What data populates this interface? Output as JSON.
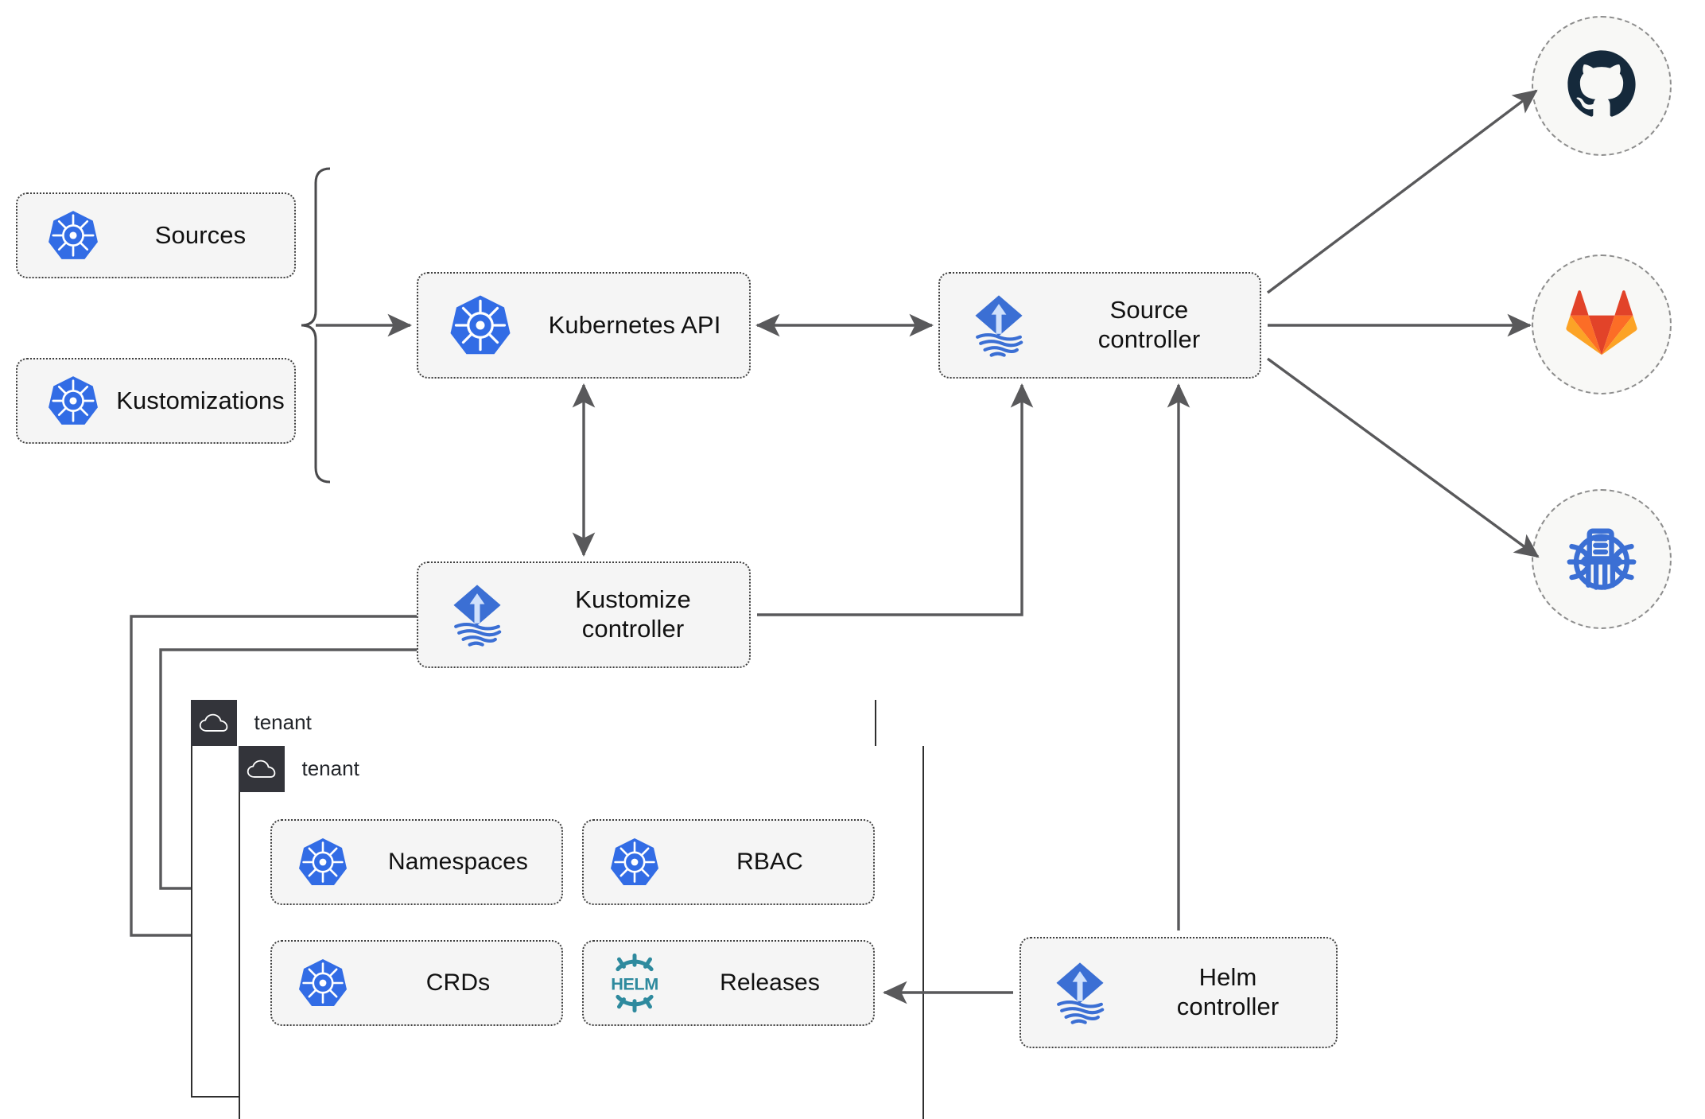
{
  "diagram": {
    "title": "Flux GitOps multi-tenancy architecture",
    "colors": {
      "k8s_blue": "#326ce5",
      "flux_blue": "#3b6fd4",
      "helm_teal": "#2e8a9e",
      "github_dark": "#15293b",
      "gitlab_orange": "#e24329",
      "gitlab_light_orange": "#fca326",
      "node_fill": "#f5f5f5",
      "node_border": "#3f3f3f",
      "circle_border": "#8d8d8d",
      "tenant_header": "#33343a",
      "connector": "#59595b"
    }
  },
  "nodes": {
    "sources": {
      "label": "Sources",
      "icon": "kubernetes-icon"
    },
    "kustomizations": {
      "label": "Kustomizations",
      "icon": "kubernetes-icon"
    },
    "kubernetes_api": {
      "label": "Kubernetes API",
      "icon": "kubernetes-icon"
    },
    "source_controller": {
      "label": "Source\ncontroller",
      "icon": "flux-icon"
    },
    "kustomize_controller": {
      "label": "Kustomize\ncontroller",
      "icon": "flux-icon"
    },
    "helm_controller": {
      "label": "Helm\ncontroller",
      "icon": "flux-icon"
    },
    "namespaces": {
      "label": "Namespaces",
      "icon": "kubernetes-icon"
    },
    "rbac": {
      "label": "RBAC",
      "icon": "kubernetes-icon"
    },
    "crds": {
      "label": "CRDs",
      "icon": "kubernetes-icon"
    },
    "releases": {
      "label": "Releases",
      "icon": "helm-icon"
    }
  },
  "tenants": [
    {
      "label": "tenant",
      "icon": "cloud-icon"
    },
    {
      "label": "tenant",
      "icon": "cloud-icon"
    }
  ],
  "repositories": [
    {
      "name": "github",
      "icon": "github-icon"
    },
    {
      "name": "gitlab",
      "icon": "gitlab-icon"
    },
    {
      "name": "helm-repository",
      "icon": "helm-repository-icon"
    }
  ],
  "connections": [
    {
      "from": "sources-kustomizations-bracket",
      "to": "kubernetes_api",
      "arrow": "single"
    },
    {
      "from": "kubernetes_api",
      "to": "source_controller",
      "arrow": "double"
    },
    {
      "from": "kubernetes_api",
      "to": "kustomize_controller",
      "arrow": "double"
    },
    {
      "from": "kustomize_controller",
      "to": "source_controller",
      "arrow": "single"
    },
    {
      "from": "helm_controller",
      "to": "source_controller",
      "arrow": "single"
    },
    {
      "from": "helm_controller",
      "to": "releases",
      "arrow": "single"
    },
    {
      "from": "source_controller",
      "to": "github",
      "arrow": "single"
    },
    {
      "from": "source_controller",
      "to": "gitlab",
      "arrow": "single"
    },
    {
      "from": "source_controller",
      "to": "helm-repository",
      "arrow": "single"
    },
    {
      "from": "kustomize_controller",
      "to": "tenant-1",
      "arrow": "single"
    },
    {
      "from": "kustomize_controller",
      "to": "tenant-2",
      "arrow": "single"
    }
  ]
}
